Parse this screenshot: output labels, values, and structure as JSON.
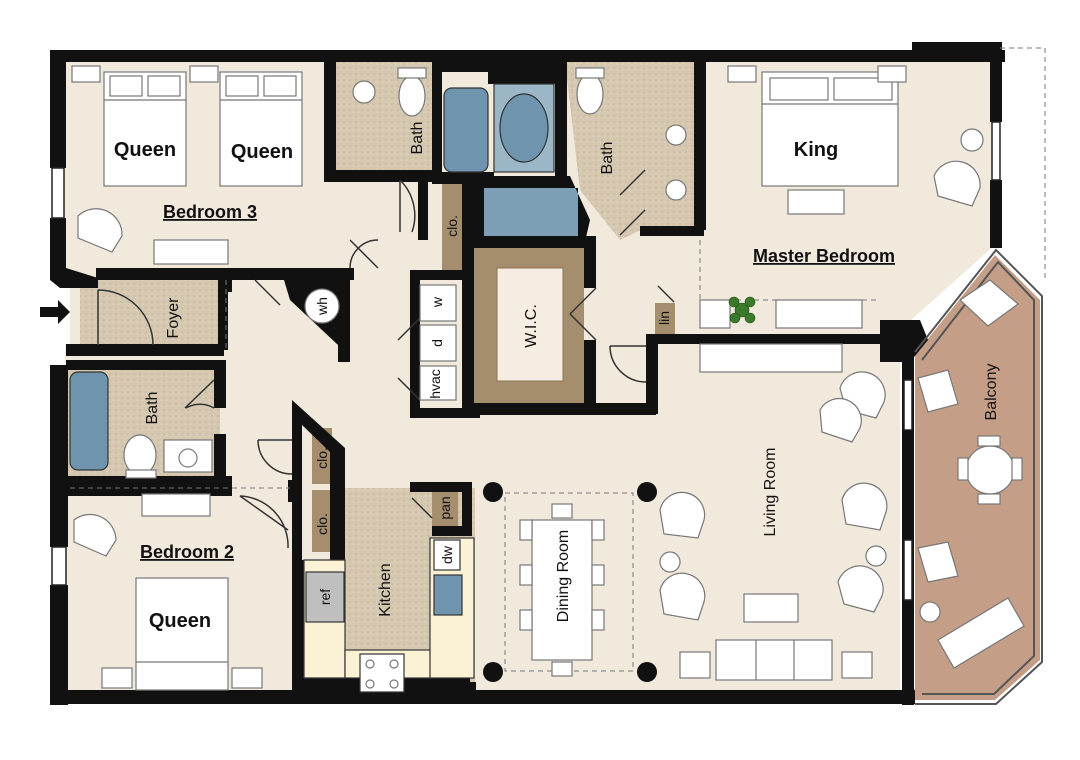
{
  "rooms": {
    "bedroom3": "Bedroom 3",
    "bedroom2": "Bedroom 2",
    "master_bedroom": "Master Bedroom",
    "foyer": "Foyer",
    "bath_left": "Bath",
    "bath_top_left": "Bath",
    "bath_top_right": "Bath",
    "wic": "W.I.C.",
    "kitchen": "Kitchen",
    "dining_room": "Dining Room",
    "living_room": "Living Room",
    "balcony": "Balcony"
  },
  "beds": {
    "bedroom3_left": "Queen",
    "bedroom3_right": "Queen",
    "master": "King",
    "bedroom2": "Queen"
  },
  "fixtures": {
    "water_heater": "wh",
    "washer": "w",
    "dryer": "d",
    "hvac": "hvac",
    "linen": "lin",
    "closet_top": "clo.",
    "closet_mid": "clo.",
    "closet_low": "clo.",
    "pantry": "pan",
    "dishwasher": "dw",
    "refrigerator": "ref"
  },
  "colors": {
    "wall": "#111111",
    "floor": "#f1e8dc",
    "tile": "#d2c3aa",
    "wic": "#a89273",
    "tub": "#6f94ad",
    "balcony": "#c69f8a",
    "furniture": "#ffffff"
  }
}
